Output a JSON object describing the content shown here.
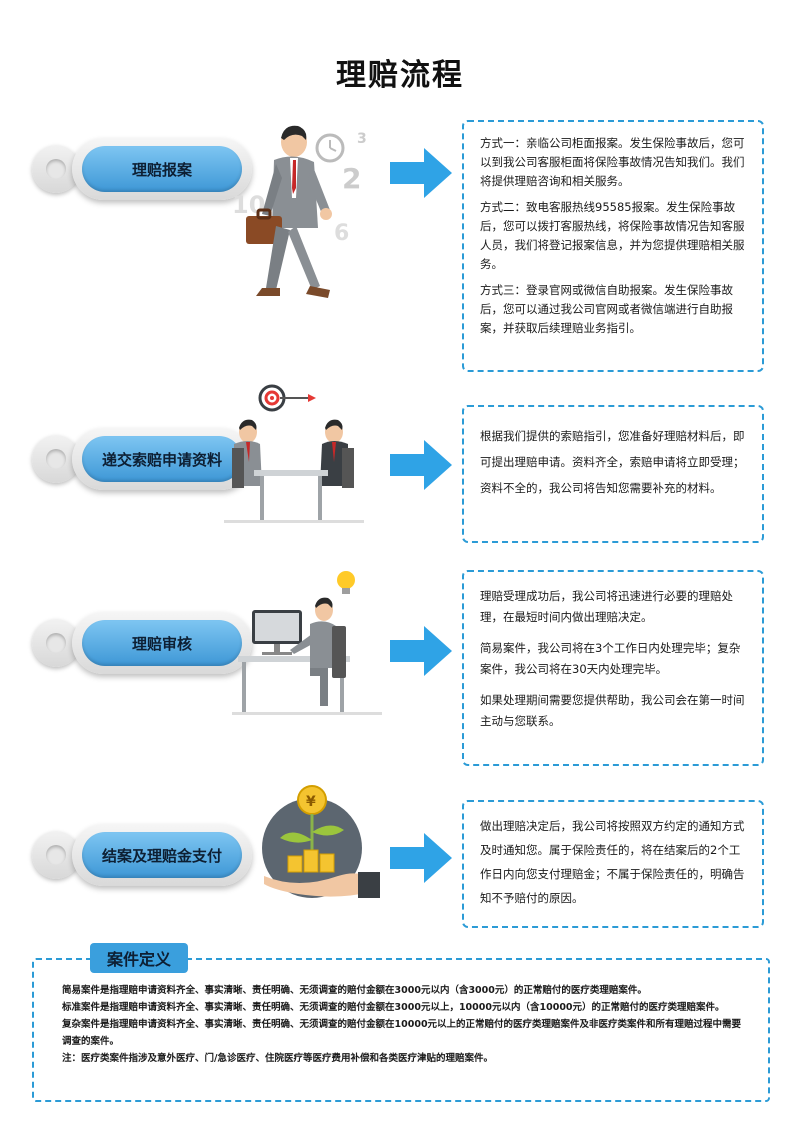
{
  "title": "理赔流程",
  "colors": {
    "accent": "#3a9fdd",
    "dash": "#2b9bd6"
  },
  "steps": [
    {
      "label": "理赔报案",
      "icon": "walking-businessman-icon",
      "paragraphs": [
        "方式一：亲临公司柜面报案。发生保险事故后，您可以到我公司客服柜面将保险事故情况告知我们。我们将提供理赔咨询和相关服务。",
        "方式二：致电客服热线95585报案。发生保险事故后，您可以拨打客服热线，将保险事故情况告知客服人员，我们将登记报案信息，并为您提供理赔相关服务。",
        "方式三：登录官网或微信自助报案。发生保险事故后，您可以通过我公司官网或者微信端进行自助报案，并获取后续理赔业务指引。"
      ]
    },
    {
      "label": "递交索赔申请资料",
      "icon": "meeting-table-icon",
      "paragraphs": [
        "根据我们提供的索赔指引，您准备好理赔材料后，即可提出理赔申请。资料齐全，索赔申请将立即受理；资料不全的，我公司将告知您需要补充的材料。"
      ]
    },
    {
      "label": "理赔审核",
      "icon": "desk-worker-icon",
      "paragraphs": [
        "理赔受理成功后，我公司将迅速进行必要的理赔处理，在最短时间内做出理赔决定。",
        "简易案件，我公司将在3个工作日内处理完毕；复杂案件，我公司将在30天内处理完毕。",
        "如果处理期间需要您提供帮助，我公司会在第一时间主动与您联系。"
      ]
    },
    {
      "label": "结案及理赔金支付",
      "icon": "money-hand-icon",
      "paragraphs": [
        "做出理赔决定后，我公司将按照双方约定的通知方式及时通知您。属于保险责任的，将在结案后的2个工作日内向您支付理赔金；不属于保险责任的，明确告知不予赔付的原因。"
      ]
    }
  ],
  "case_def": {
    "tab": "案件定义",
    "lines": [
      "简易案件是指理赔申请资料齐全、事实清晰、责任明确、无须调查的赔付金额在3000元以内（含3000元）的正常赔付的医疗类理赔案件。",
      "标准案件是指理赔申请资料齐全、事实清晰、责任明确、无须调查的赔付金额在3000元以上，10000元以内（含10000元）的正常赔付的医疗类理赔案件。",
      "复杂案件是指理赔申请资料齐全、事实清晰、责任明确、无须调查的赔付金额在10000元以上的正常赔付的医疗类理赔案件及非医疗类案件和所有理赔过程中需要调查的案件。",
      "注：医疗类案件指涉及意外医疗、门/急诊医疗、住院医疗等医疗费用补偿和各类医疗津贴的理赔案件。"
    ]
  }
}
